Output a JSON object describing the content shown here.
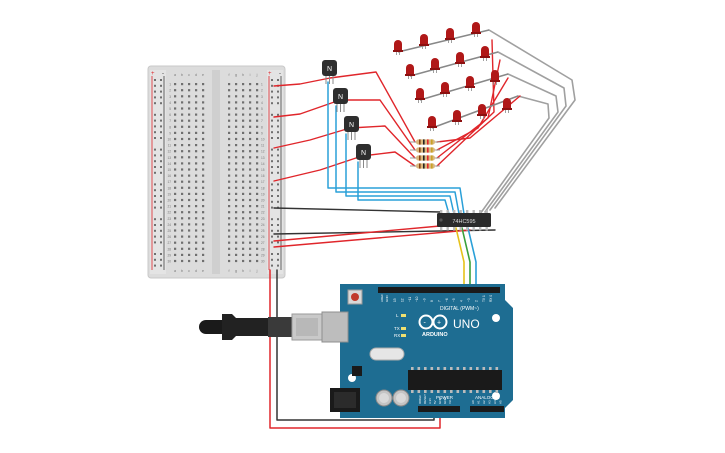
{
  "breadboard": {
    "column_letters_left": [
      "a",
      "b",
      "c",
      "d",
      "e"
    ],
    "column_letters_right": [
      "f",
      "g",
      "h",
      "i",
      "j"
    ],
    "rail_plus": "+",
    "rail_minus": "-",
    "row_numbers": [
      "1",
      "2",
      "3",
      "4",
      "5",
      "6",
      "7",
      "8",
      "9",
      "10",
      "11",
      "12",
      "13",
      "14",
      "15",
      "16",
      "17",
      "18",
      "19",
      "20",
      "21",
      "22",
      "23",
      "24",
      "25",
      "26",
      "27",
      "28",
      "29",
      "30"
    ]
  },
  "transistors": [
    {
      "label": "N"
    },
    {
      "label": "N"
    },
    {
      "label": "N"
    },
    {
      "label": "N"
    }
  ],
  "shift_register": {
    "label": "74HC595"
  },
  "arduino": {
    "brand": "ARDUINO",
    "model": "UNO",
    "digital_header_label": "DIGITAL (PWM~)",
    "power_label": "POWER",
    "analog_label": "ANALOG IN",
    "led_l": "L",
    "led_tx": "TX",
    "led_rx": "RX",
    "aref": "AREF",
    "gnd": "GND",
    "ioref": "IOREF",
    "reset": "RESET",
    "v33": "3.3V",
    "v5": "5V",
    "vin": "Vin",
    "digital_pins": [
      "13",
      "12",
      "~11",
      "~10",
      "~9",
      "8",
      "7",
      "~6",
      "~5",
      "4",
      "~3",
      "2",
      "TX 1",
      "RX 0"
    ],
    "analog_pins": [
      "A0",
      "A1",
      "A2",
      "A3",
      "A4",
      "A5"
    ]
  },
  "colors": {
    "wire_red": "#e0262b",
    "wire_black": "#333333",
    "wire_blue": "#2aa0d8",
    "wire_gray": "#a0a0a0",
    "wire_yellow": "#e6c21a",
    "wire_green": "#3aa03a",
    "led_red": "#b01818",
    "board_blue": "#1e6d92"
  },
  "icons": {
    "usb": "usb-connector-icon",
    "power_jack": "dc-jack-icon"
  }
}
